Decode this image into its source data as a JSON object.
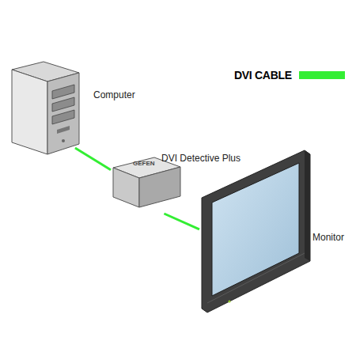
{
  "diagram": {
    "nodes": [
      {
        "text": [
          "Computer"
        ]
      },
      {
        "text": [
          "DVI Detective Plus"
        ]
      },
      {
        "text": [
          "Monitor"
        ]
      }
    ],
    "edges": [
      {
        "from": 0,
        "to": 1,
        "arrow": "none"
      },
      {
        "from": 1,
        "to": 2,
        "arrow": "none"
      }
    ],
    "labels": [
      "GEFEN"
    ],
    "legend": [
      {
        "text": "DVI CABLE",
        "color": "#33ee33"
      }
    ]
  }
}
